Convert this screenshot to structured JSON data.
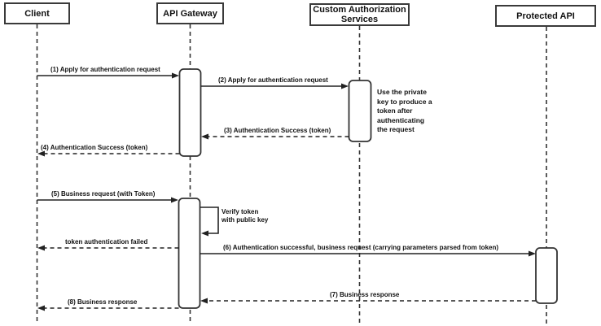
{
  "participants": [
    {
      "label": "Client"
    },
    {
      "label": "API Gateway"
    },
    {
      "label": "Custom Authorization\nServices"
    },
    {
      "label": "Protected API"
    }
  ],
  "messages": [
    {
      "label": "(1) Apply for authentication request",
      "style": "solid",
      "from": "Client",
      "to": "API Gateway"
    },
    {
      "label": "(2) Apply for authentication request",
      "style": "solid",
      "from": "API Gateway",
      "to": "Custom Authorization Services"
    },
    {
      "label": "(3) Authentication Success (token)",
      "style": "dashed",
      "from": "Custom Authorization Services",
      "to": "API Gateway"
    },
    {
      "label": "(4) Authentication Success (token)",
      "style": "dashed",
      "from": "API Gateway",
      "to": "Client"
    },
    {
      "label": "(5) Business request (with Token)",
      "style": "solid",
      "from": "Client",
      "to": "API Gateway"
    },
    {
      "label": "Verify token\nwith public key",
      "style": "self",
      "from": "API Gateway",
      "to": "API Gateway"
    },
    {
      "label": "token authentication failed",
      "style": "dashed",
      "from": "API Gateway",
      "to": "Client"
    },
    {
      "label": "(6) Authentication successful, business request (carrying parameters parsed from token)",
      "style": "solid",
      "from": "API Gateway",
      "to": "Protected API"
    },
    {
      "label": "(7) Business response",
      "style": "dashed",
      "from": "Protected API",
      "to": "API Gateway"
    },
    {
      "label": "(8) Business response",
      "style": "dashed",
      "from": "API Gateway",
      "to": "Client"
    }
  ],
  "note": {
    "label": "Use the private\nkey to produce a\ntoken after\nauthenticating\nthe request"
  },
  "colors": {
    "line": "#333333",
    "border": "#3a3a3a",
    "text": "#111111",
    "background": "#ffffff"
  }
}
